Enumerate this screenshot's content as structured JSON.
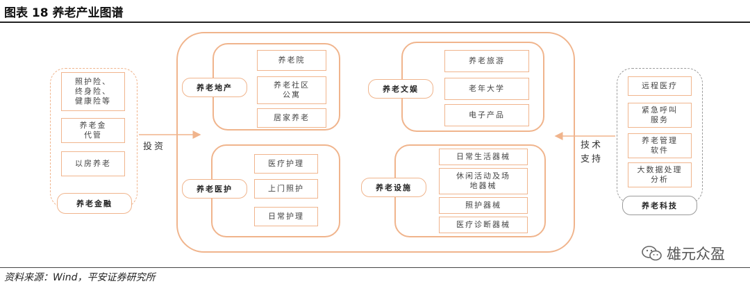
{
  "title": "图表 18 养老产业图谱",
  "source": "资料来源：Wind，平安证券研究所",
  "watermark": "雄元众盈",
  "finance": {
    "label": "养老金融",
    "items": [
      "照护险、\n终身险、\n健康险等",
      "养老金\n代管",
      "以房养老"
    ]
  },
  "invest_label": "投资",
  "tech": {
    "label": "养老科技",
    "items": [
      "远程医疗",
      "紧急呼叫\n服务",
      "养老管理\n软件",
      "大数据处理\n分析"
    ]
  },
  "tech_support_label": "技术\n支持",
  "realestate": {
    "label": "养老地产",
    "items": [
      "养老院",
      "养老社区\n公寓",
      "居家养老"
    ]
  },
  "culture": {
    "label": "养老文娱",
    "items": [
      "养老旅游",
      "老年大学",
      "电子产品"
    ]
  },
  "medical": {
    "label": "养老医护",
    "items": [
      "医疗护理",
      "上门照护",
      "日常护理"
    ]
  },
  "facilities": {
    "label": "养老设施",
    "items": [
      "日常生活器械",
      "休闲活动及场\n地器械",
      "照护器械",
      "医疗诊断器械"
    ]
  }
}
